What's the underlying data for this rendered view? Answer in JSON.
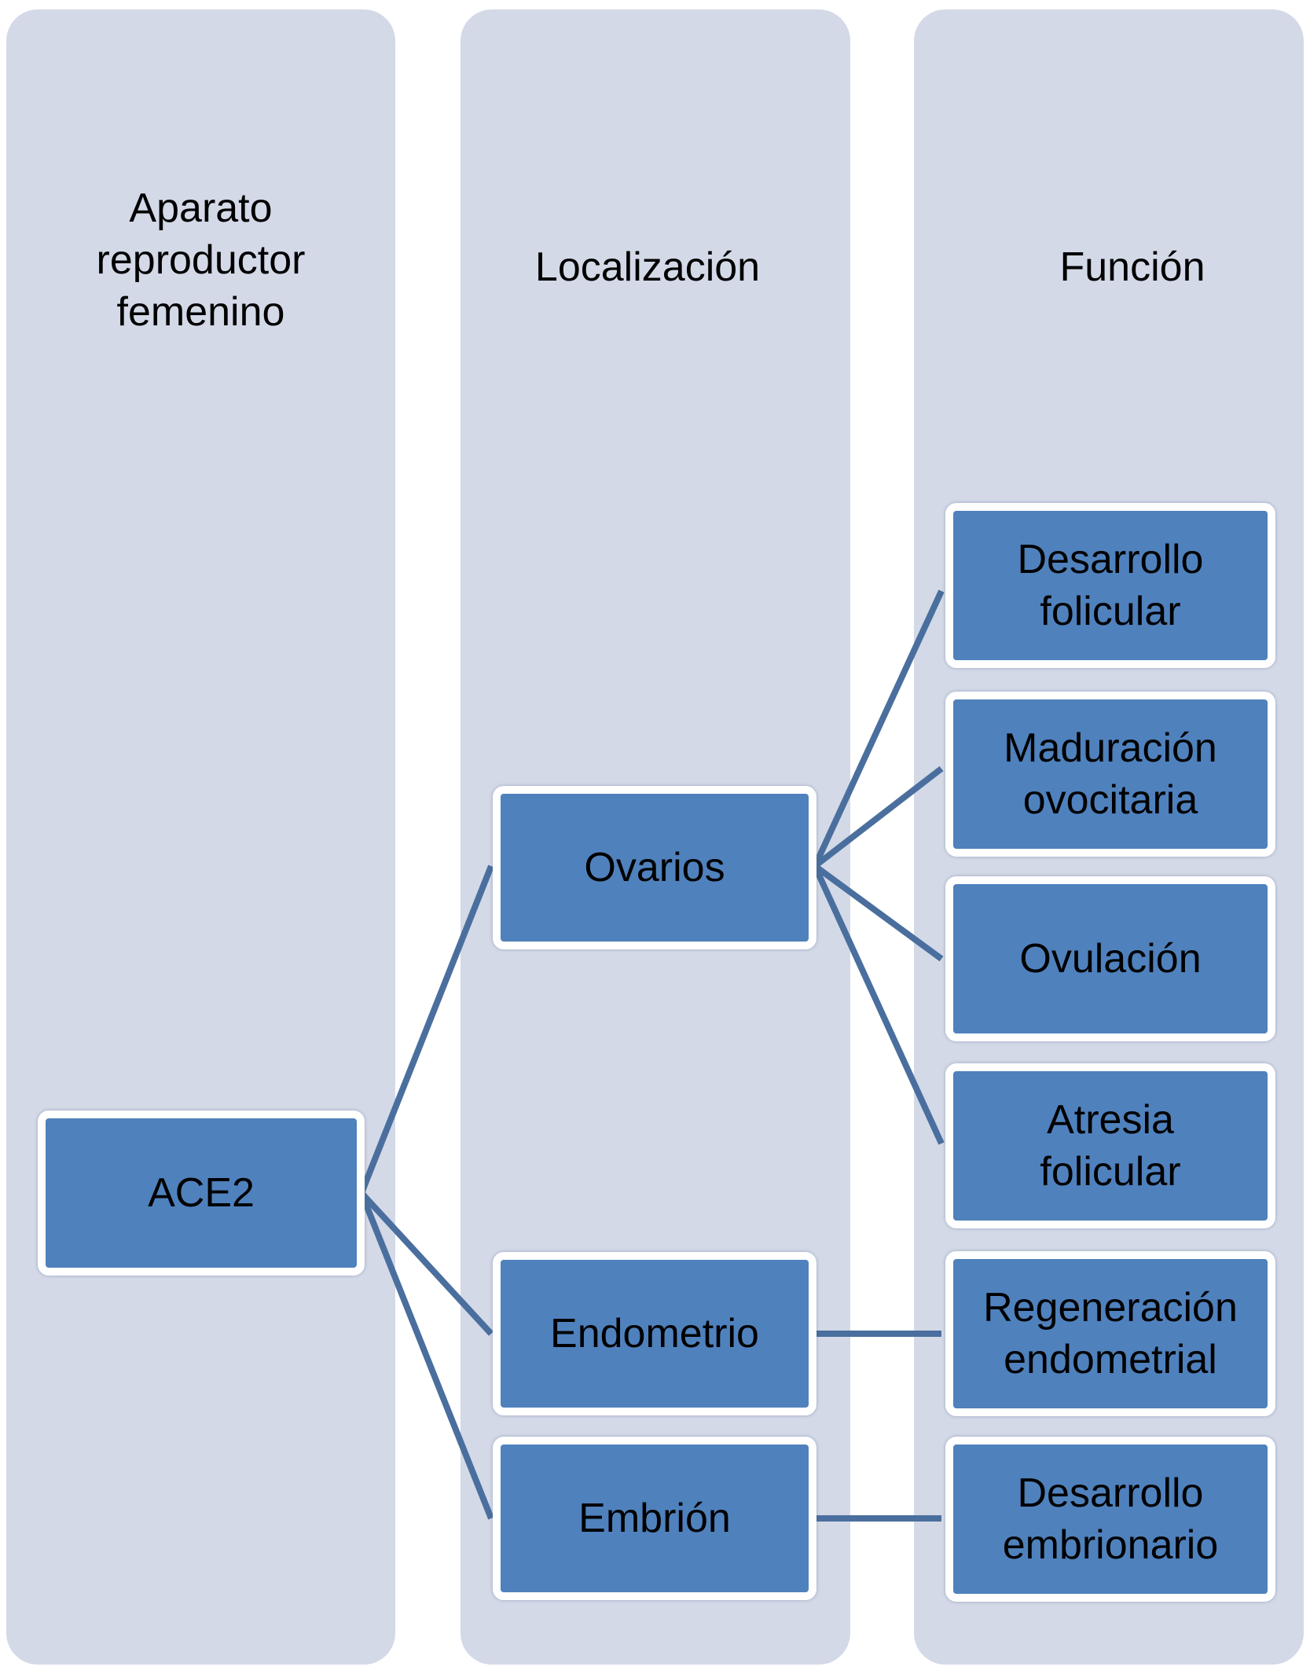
{
  "columns": [
    {
      "header": "Aparato\nreproductor\nfemenino"
    },
    {
      "header": "Localización"
    },
    {
      "header": "Función"
    }
  ],
  "root": {
    "label": "ACE2"
  },
  "locations": {
    "ovarios": "Ovarios",
    "endometrio": "Endometrio",
    "embrion": "Embrión"
  },
  "functions": {
    "desarrollo_folicular": "Desarrollo\nfolicular",
    "maduracion_ovocitaria": "Maduración\novocitaria",
    "ovulacion": "Ovulación",
    "atresia_folicular": "Atresia\nfolicular",
    "regeneracion_endometrial": "Regeneración\nendometrial",
    "desarrollo_embrionario": "Desarrollo\nembrionario"
  },
  "colors": {
    "column_bg": "#d3d9e7",
    "node_fill": "#4f81bd",
    "connector": "#4a6f9e"
  }
}
